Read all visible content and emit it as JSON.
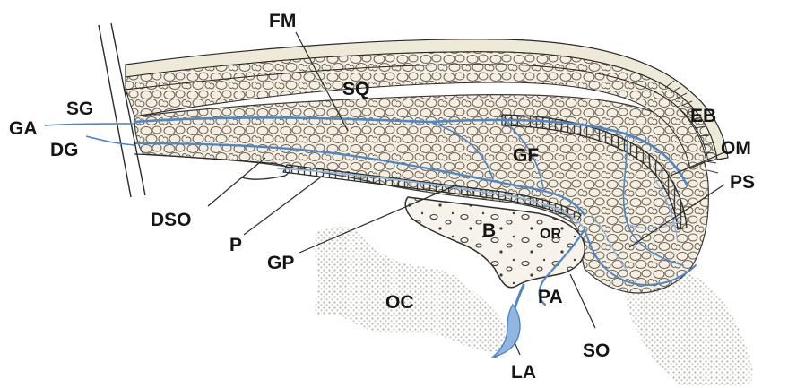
{
  "labels": {
    "fm": "FM",
    "sq": "SQ",
    "sg": "SG",
    "ga": "GA",
    "dg": "DG",
    "eb": "EB",
    "om": "OM",
    "gf": "GF",
    "ps": "PS",
    "dso": "DSO",
    "b": "B",
    "or": "OR",
    "p": "P",
    "gp": "GP",
    "oc": "OC",
    "pa": "PA",
    "so": "SO",
    "la": "LA"
  },
  "colors": {
    "vessel": "#4f86c6",
    "vessel_light": "#8fb7e0",
    "fat_fill": "#f4efe2",
    "fat_lobule": "#6a6152",
    "bone_fill": "#f7f3ea",
    "cartilage_stipple": "#b9b4ad",
    "ink": "#2b2b2b",
    "skin": "#5c5a55"
  }
}
